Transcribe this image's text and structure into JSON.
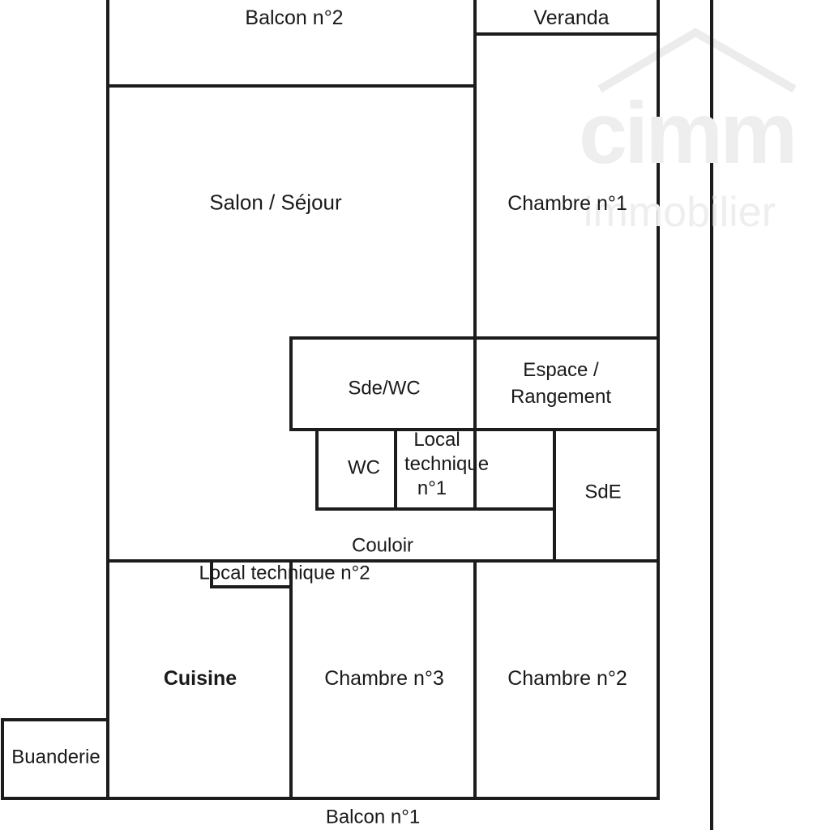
{
  "floorplan": {
    "rooms": {
      "balcon2": "Balcon n°2",
      "veranda": "Veranda",
      "salon": "Salon / Séjour",
      "chambre1": "Chambre n°1",
      "sde_wc": "Sde/WC",
      "espace_line1": "Espace /",
      "espace_line2": "Rangement",
      "wc": "WC",
      "local1_line1": "Local",
      "local1_line2": "technique",
      "local1_line3": "n°1",
      "sde": "SdE",
      "couloir": "Couloir",
      "local2": "Local technique n°2",
      "cuisine": "Cuisine",
      "chambre3": "Chambre n°3",
      "chambre2": "Chambre n°2",
      "buanderie": "Buanderie",
      "balcon1": "Balcon n°1"
    },
    "watermark": {
      "brand": "cimm",
      "sub": "immobilier"
    },
    "colors": {
      "wall": "#1c1c1c",
      "watermark": "#e9e9e9"
    }
  }
}
